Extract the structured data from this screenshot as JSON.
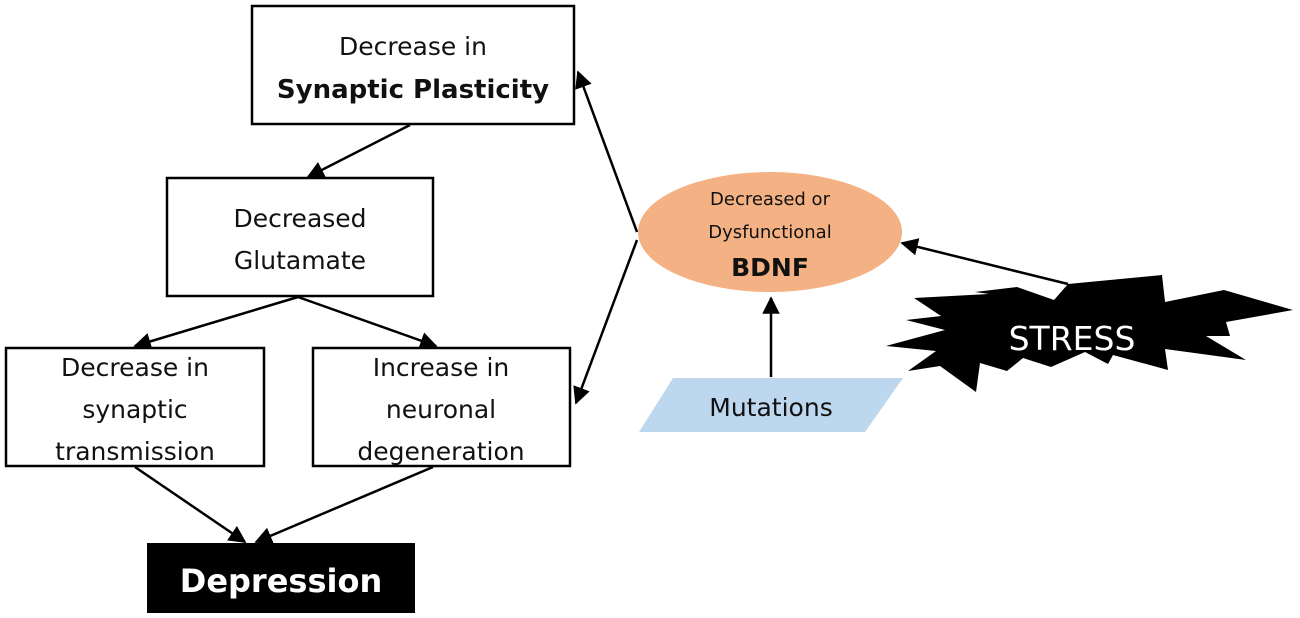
{
  "diagram": {
    "nodes": {
      "synaptic_plasticity": {
        "line1": "Decrease in",
        "line2": "Synaptic Plasticity"
      },
      "glutamate": {
        "line1": "Decreased",
        "line2": "Glutamate"
      },
      "synaptic_transmission": {
        "line1": "Decrease in",
        "line2": "synaptic",
        "line3": "transmission"
      },
      "neuronal_degeneration": {
        "line1": "Increase in",
        "line2": "neuronal",
        "line3": "degeneration"
      },
      "depression": {
        "label": "Depression"
      },
      "bdnf": {
        "line1": "Decreased or",
        "line2": "Dysfunctional",
        "line3": "BDNF"
      },
      "mutations": {
        "label": "Mutations"
      },
      "stress": {
        "label": "STRESS"
      }
    },
    "edges": [
      {
        "from": "synaptic_plasticity",
        "to": "glutamate"
      },
      {
        "from": "glutamate",
        "to": "synaptic_transmission"
      },
      {
        "from": "glutamate",
        "to": "neuronal_degeneration"
      },
      {
        "from": "synaptic_transmission",
        "to": "depression"
      },
      {
        "from": "neuronal_degeneration",
        "to": "depression"
      },
      {
        "from": "bdnf",
        "to": "synaptic_plasticity"
      },
      {
        "from": "bdnf",
        "to": "neuronal_degeneration"
      },
      {
        "from": "mutations",
        "to": "bdnf"
      },
      {
        "from": "stress",
        "to": "bdnf"
      }
    ],
    "colors": {
      "bdnf_fill": "#f4b183",
      "mutations_fill": "#bdd7ee",
      "depression_fill": "#000000",
      "stress_fill": "#000000"
    }
  }
}
